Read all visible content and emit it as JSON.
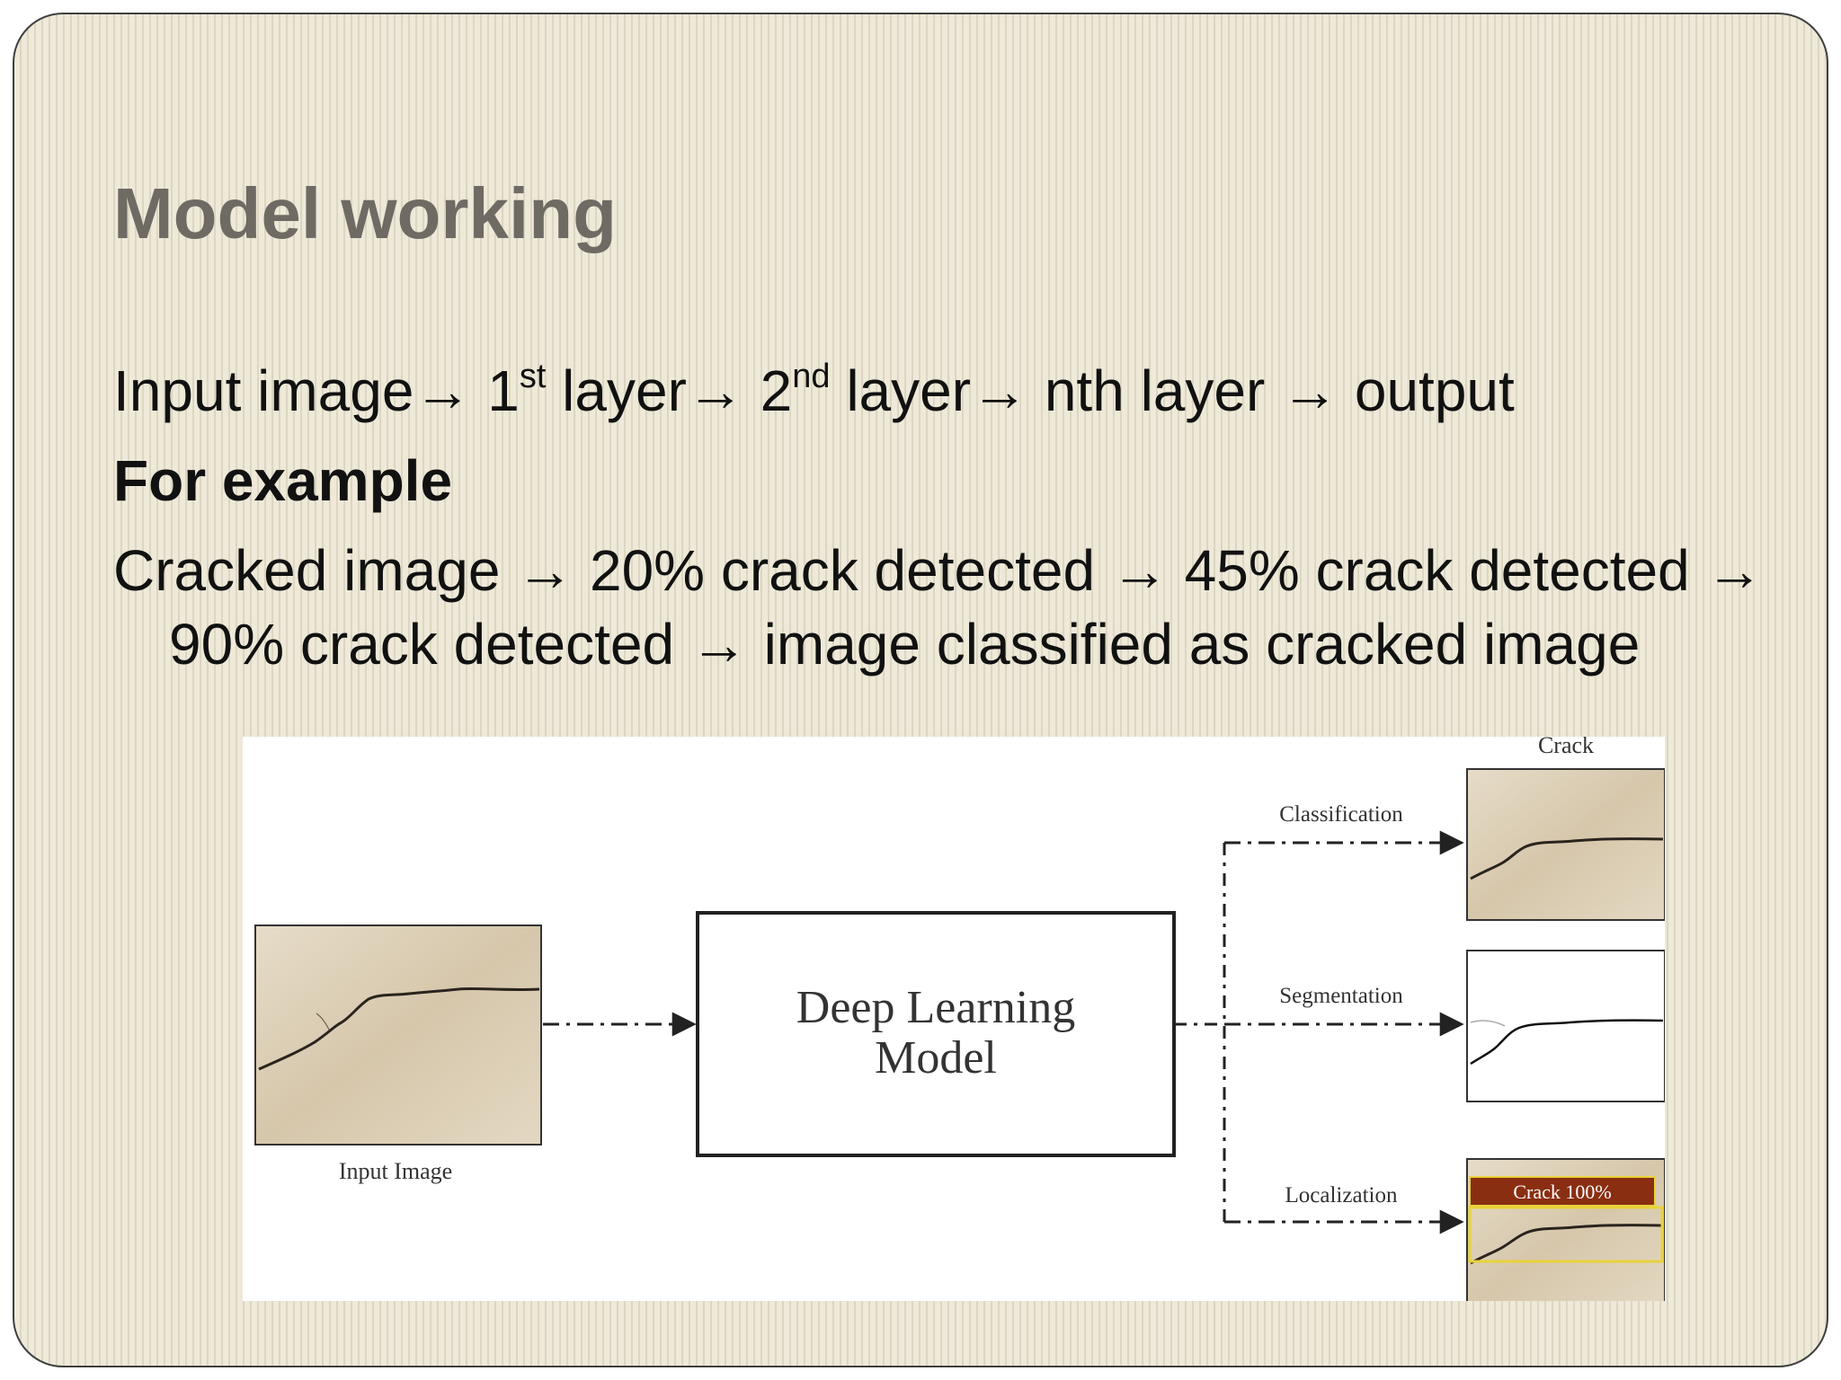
{
  "slide": {
    "title": "Model working",
    "flow": {
      "input": "Input image",
      "first_num": "1",
      "first_sup": "st",
      "first_rest": " layer",
      "second_num": "2",
      "second_sup": "nd",
      "second_rest": " layer",
      "nth": " nth layer ",
      "output": " output",
      "arrow": "→"
    },
    "example_heading": "For example",
    "example_text": "Cracked image → 20% crack detected → 45% crack detected → 90% crack detected → image classified as cracked image"
  },
  "figure": {
    "input_label": "Input Image",
    "model_line1": "Deep Learning",
    "model_line2": "Model",
    "crack_label": "Crack",
    "classification_label": "Classification",
    "segmentation_label": "Segmentation",
    "localization_label": "Localization",
    "detection_label": "Crack 100%",
    "colors": {
      "box_stroke": "#222222",
      "concrete": "#d9cdb5",
      "detection_fill": "#8a2e12",
      "detection_outline": "#e8d23a"
    }
  }
}
